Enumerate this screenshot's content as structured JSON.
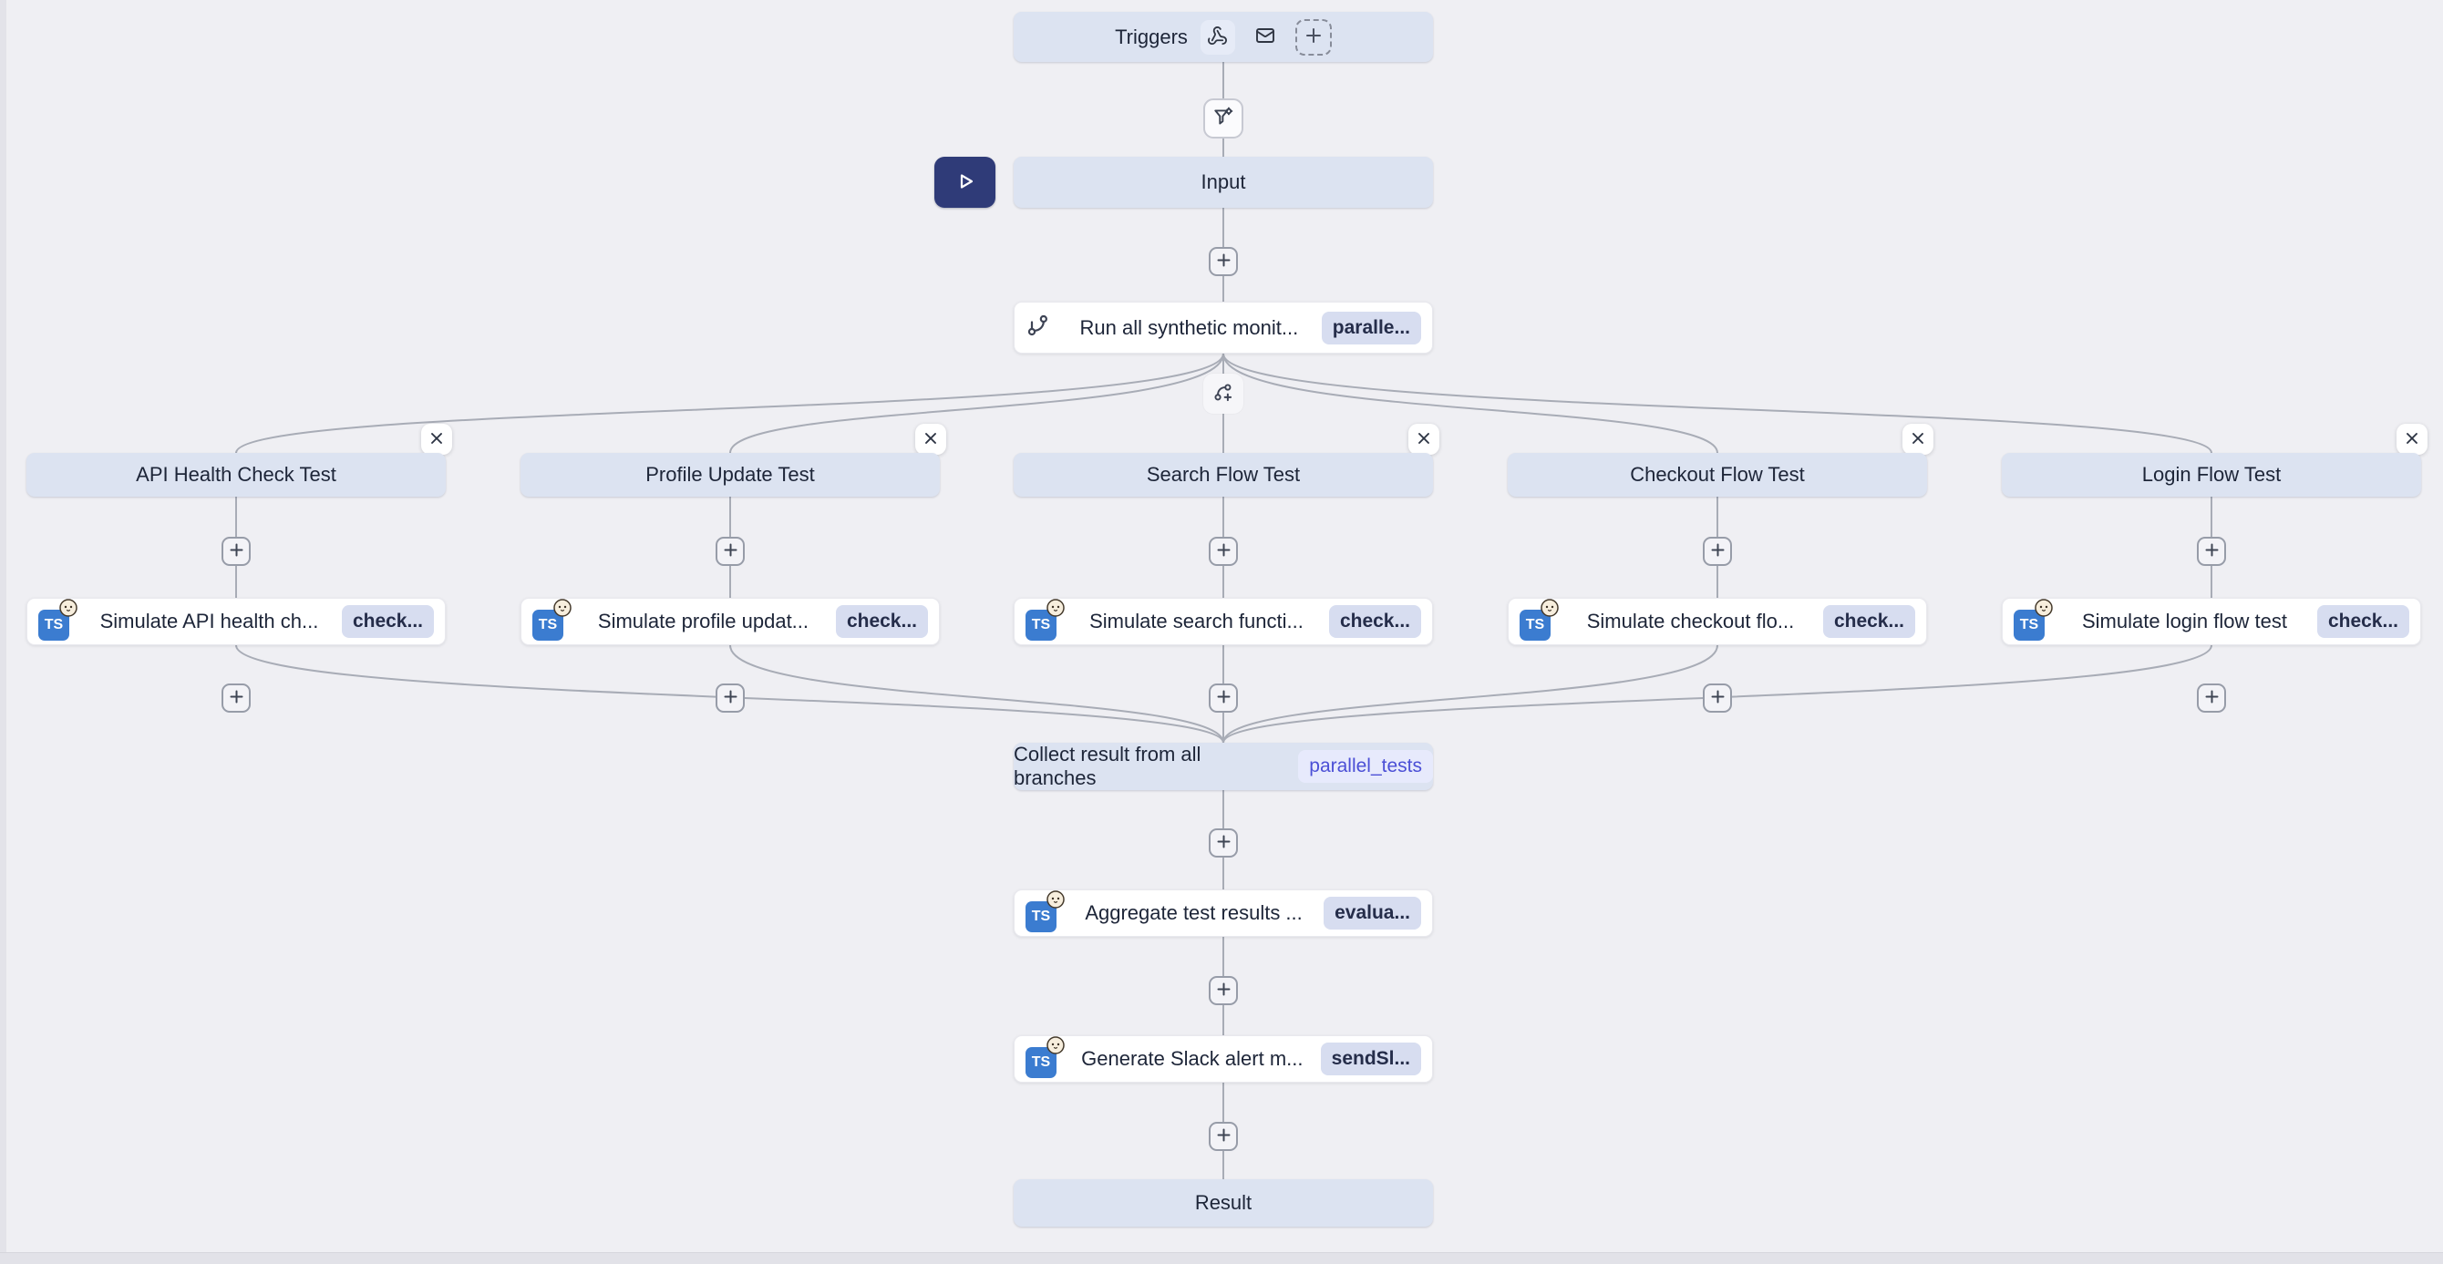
{
  "triggers": {
    "label": "Triggers"
  },
  "input": {
    "label": "Input"
  },
  "run_all": {
    "label": "Run all synthetic monit...",
    "badge": "paralle..."
  },
  "branches": [
    {
      "title": "API Health Check Test",
      "step": {
        "label": "Simulate API health ch...",
        "badge": "check..."
      }
    },
    {
      "title": "Profile Update Test",
      "step": {
        "label": "Simulate profile updat...",
        "badge": "check..."
      }
    },
    {
      "title": "Search Flow Test",
      "step": {
        "label": "Simulate search functi...",
        "badge": "check..."
      }
    },
    {
      "title": "Checkout Flow Test",
      "step": {
        "label": "Simulate checkout flo...",
        "badge": "check..."
      }
    },
    {
      "title": "Login Flow Test",
      "step": {
        "label": "Simulate login flow test",
        "badge": "check..."
      }
    }
  ],
  "collect": {
    "label": "Collect result from all branches",
    "badge": "parallel_tests"
  },
  "aggregate": {
    "label": "Aggregate test results ...",
    "badge": "evalua..."
  },
  "slack": {
    "label": "Generate Slack alert m...",
    "badge": "sendSl..."
  },
  "result": {
    "label": "Result"
  },
  "icons": {
    "ts_label": "TS",
    "names": [
      "play-icon",
      "webhook-icon",
      "mail-icon",
      "add-trigger-icon",
      "filter-settings-icon",
      "git-branch-icon",
      "git-fork-add-icon",
      "plus-icon",
      "close-icon",
      "typescript-bun-icon"
    ]
  },
  "colors": {
    "canvas_bg": "#efeff3",
    "node_blue": "#dce3f1",
    "node_text": "#1d2538",
    "badge_bg": "#d7ddf0",
    "badge_text": "#252d4a",
    "violet_badge_bg": "#e7eafc",
    "violet_badge_text": "#4b4fd6",
    "play_button": "#2f3b78",
    "edge_line": "#a8acb6",
    "ts_blue": "#3b7cd0"
  }
}
